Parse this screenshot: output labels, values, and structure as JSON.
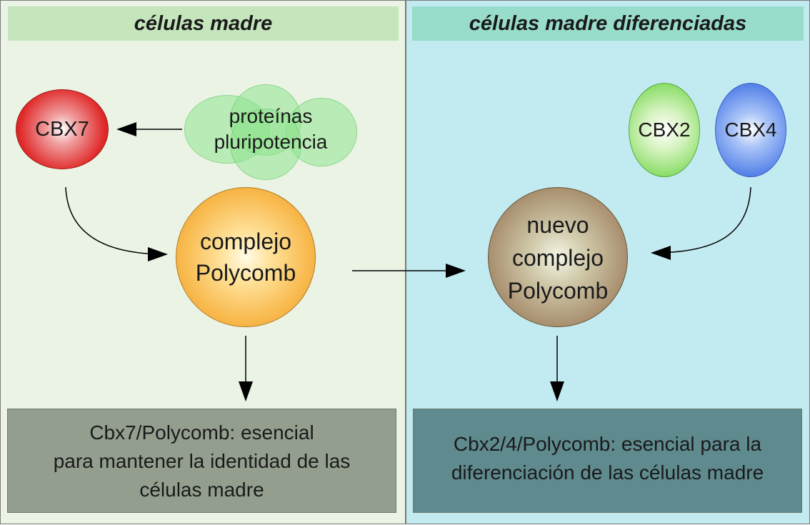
{
  "headers": {
    "left": "células madre",
    "right": "células madre diferenciadas"
  },
  "nodes": {
    "cbx7": "CBX7",
    "proteinas": "proteínas\npluripotencia",
    "complejo": "complejo\nPolycomb",
    "cbx2": "CBX2",
    "cbx4": "CBX4",
    "nuevo": "nuevo\ncomplejo\nPolycomb"
  },
  "outcomes": {
    "left": "Cbx7/Polycomb: esencial\npara mantener la identidad de las\ncélulas madre",
    "right": "Cbx2/4/Polycomb: esencial para la\ndiferenciación de las células madre"
  },
  "colors": {
    "left_panel": "#eaf3e4",
    "right_panel": "#c2ebf1",
    "cbx7": "#e02a2a",
    "cbx2": "#88dd66",
    "cbx4": "#5a86ea",
    "complejo": "#f8b94d",
    "nuevo": "#a89070"
  }
}
